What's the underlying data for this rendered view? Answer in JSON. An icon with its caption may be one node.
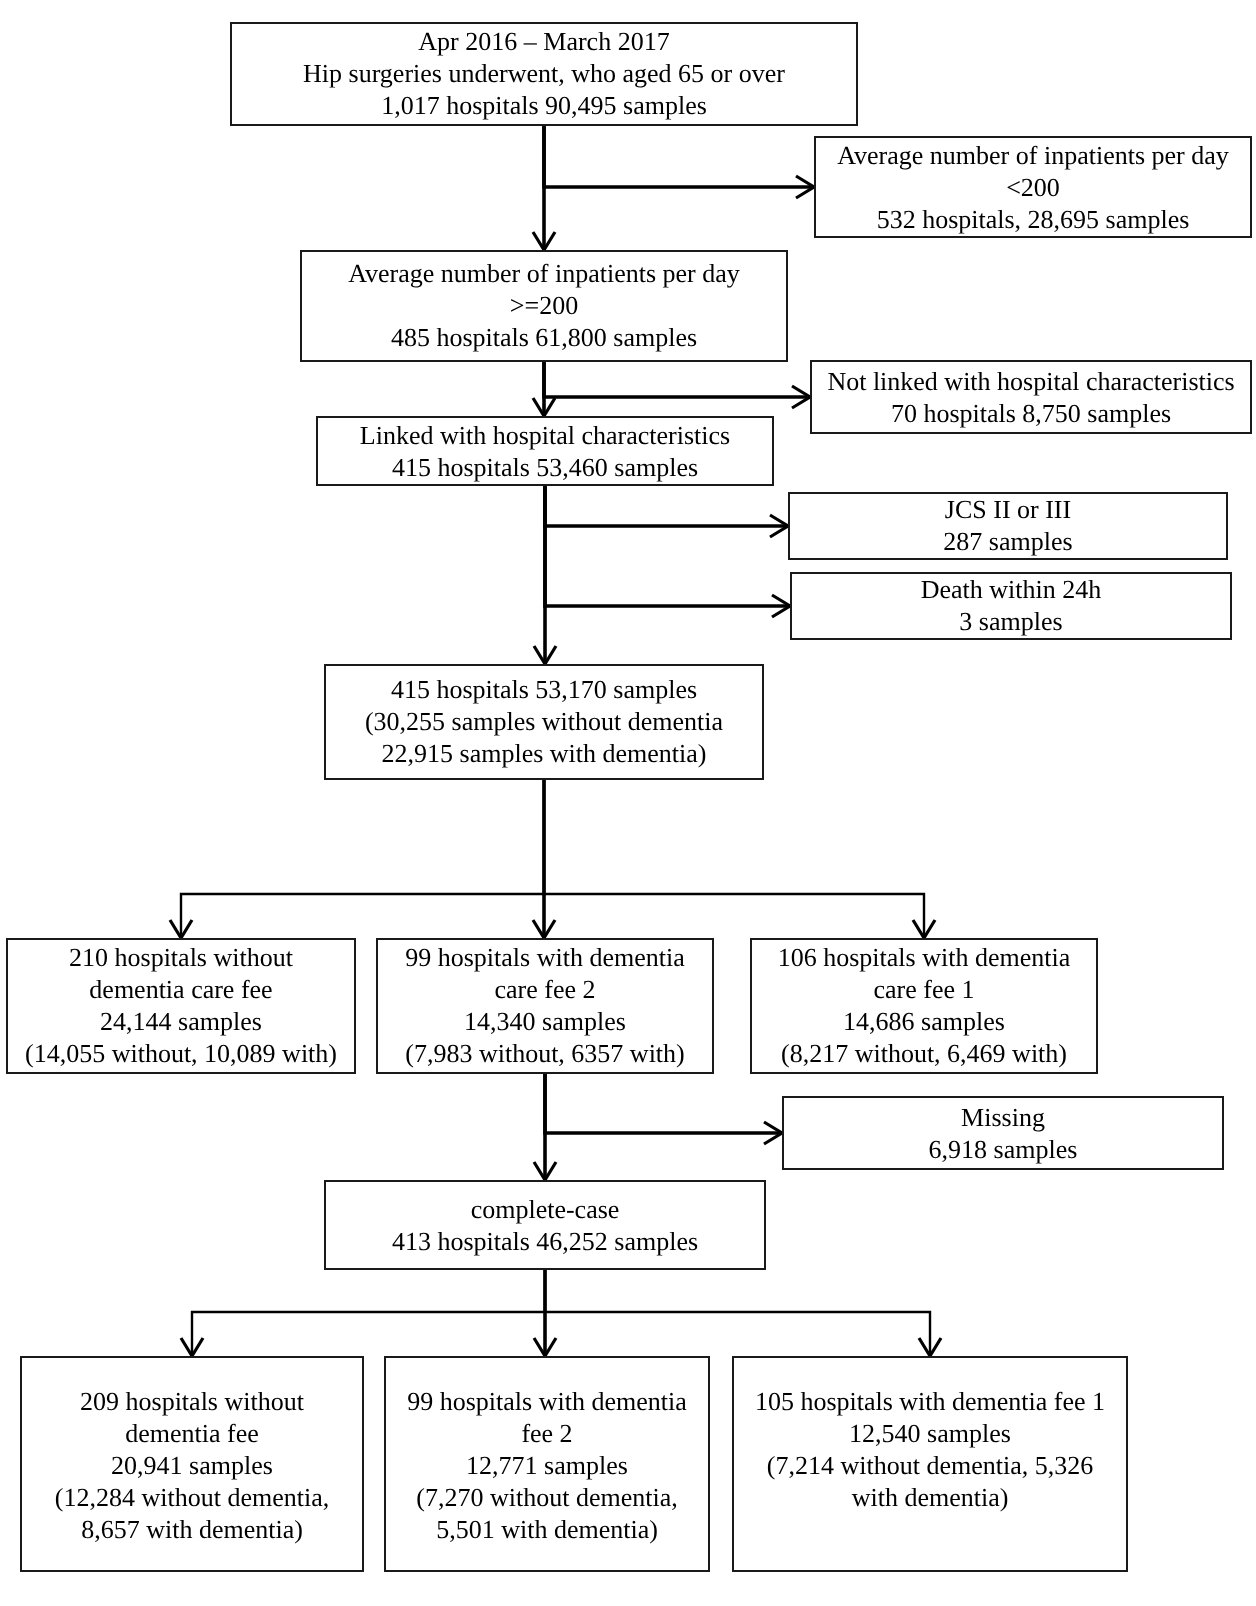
{
  "diagram": {
    "nodes": [
      {
        "text": [
          "Apr 2016 – March 2017",
          "Hip surgeries underwent, who aged 65 or over",
          "1,017 hospitals 90,495 samples"
        ]
      },
      {
        "text": [
          "Average number of inpatients per day <200",
          "532 hospitals, 28,695 samples"
        ]
      },
      {
        "text": [
          "Average number of inpatients per day >=200",
          "485 hospitals 61,800 samples"
        ]
      },
      {
        "text": [
          "Not linked with hospital characteristics",
          "70 hospitals 8,750 samples"
        ]
      },
      {
        "text": [
          "Linked with hospital characteristics",
          "415 hospitals 53,460 samples"
        ]
      },
      {
        "text": [
          "JCS II or III",
          "287 samples"
        ]
      },
      {
        "text": [
          "Death within 24h",
          "3 samples"
        ]
      },
      {
        "text": [
          "415 hospitals 53,170 samples",
          "(30,255 samples without dementia 22,915 samples with dementia)"
        ]
      },
      {
        "text": [
          "210 hospitals without dementia care fee",
          "24,144 samples",
          "(14,055 without, 10,089 with)"
        ]
      },
      {
        "text": [
          "99 hospitals with dementia care fee 2",
          "14,340 samples",
          "(7,983 without, 6357 with)"
        ]
      },
      {
        "text": [
          "106 hospitals with dementia care fee 1",
          "14,686 samples",
          "(8,217 without, 6,469 with)"
        ]
      },
      {
        "text": [
          "Missing",
          "6,918 samples"
        ]
      },
      {
        "text": [
          "complete-case",
          "413 hospitals 46,252 samples"
        ]
      },
      {
        "text": [
          "209 hospitals without dementia fee",
          "20,941 samples",
          "(12,284 without dementia, 8,657 with dementia)"
        ]
      },
      {
        "text": [
          "99 hospitals with dementia fee 2",
          "12,771 samples",
          "(7,270 without dementia, 5,501 with dementia)"
        ]
      },
      {
        "text": [
          "105 hospitals with dementia fee 1",
          "12,540 samples",
          "(7,214 without dementia, 5,326 with dementia)"
        ]
      }
    ],
    "edges": [
      {
        "from": 0,
        "to": 1,
        "arrow": "to"
      },
      {
        "from": 0,
        "to": 2,
        "arrow": "to"
      },
      {
        "from": 2,
        "to": 3,
        "arrow": "to"
      },
      {
        "from": 2,
        "to": 4,
        "arrow": "to"
      },
      {
        "from": 4,
        "to": 5,
        "arrow": "to"
      },
      {
        "from": 4,
        "to": 6,
        "arrow": "to"
      },
      {
        "from": 4,
        "to": 7,
        "arrow": "to"
      },
      {
        "from": 7,
        "to": 8,
        "arrow": "to"
      },
      {
        "from": 7,
        "to": 9,
        "arrow": "to"
      },
      {
        "from": 7,
        "to": 10,
        "arrow": "to"
      },
      {
        "from": 9,
        "to": 11,
        "arrow": "to"
      },
      {
        "from": 9,
        "to": 12,
        "arrow": "to"
      },
      {
        "from": 12,
        "to": 13,
        "arrow": "to"
      },
      {
        "from": 12,
        "to": 14,
        "arrow": "to"
      },
      {
        "from": 12,
        "to": 15,
        "arrow": "to"
      }
    ]
  }
}
